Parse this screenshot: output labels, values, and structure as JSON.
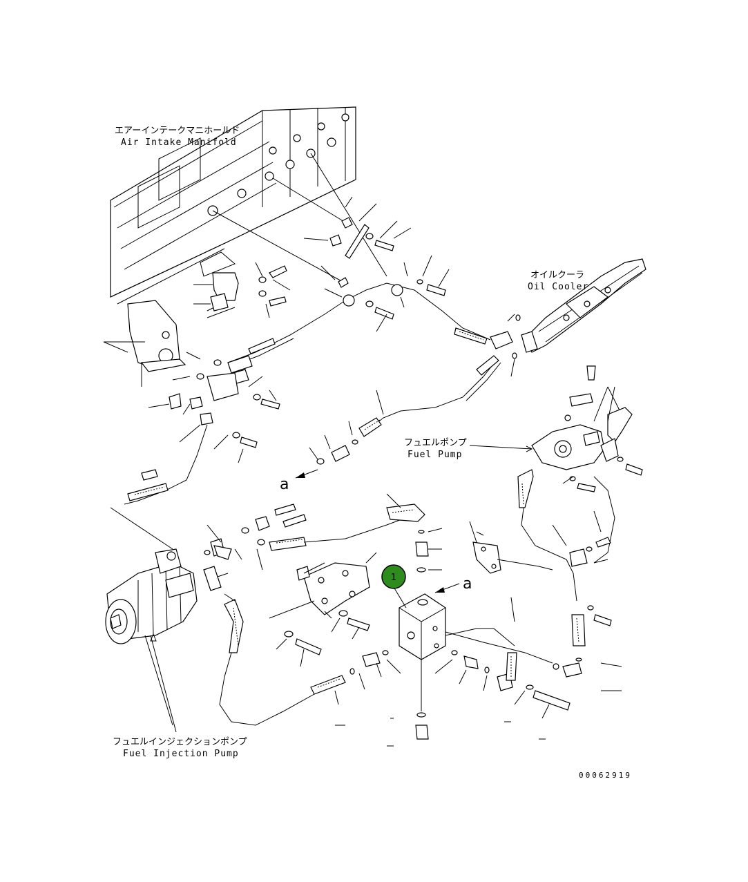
{
  "labels": {
    "air_intake_jp": "エアーインテークマニホールド",
    "air_intake_en": "Air Intake Manifold",
    "oil_cooler_jp": "オイルクーラ",
    "oil_cooler_en": "Oil Cooler",
    "fuel_pump_jp": "フュエルポンプ",
    "fuel_pump_en": "Fuel Pump",
    "injection_pump_jp": "フュエルインジェクションポンプ",
    "injection_pump_en": "Fuel Injection Pump",
    "view_a_left": "a",
    "view_a_right": "a"
  },
  "callout": {
    "number": "1",
    "color": "#2e8b1e"
  },
  "drawing_code": "00062919"
}
